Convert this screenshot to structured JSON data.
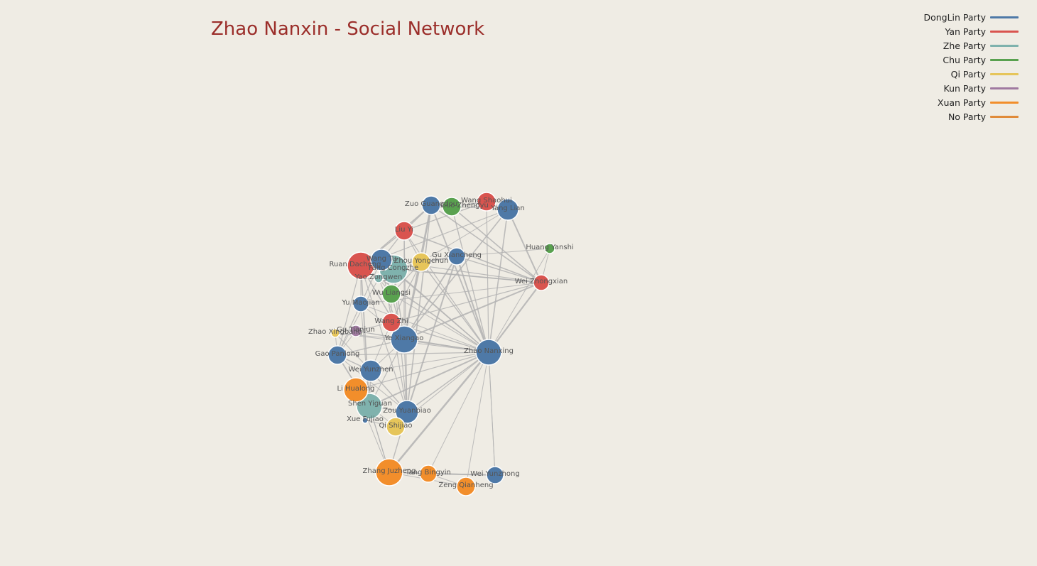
{
  "title": "Zhao Nanxin - Social Network",
  "legend": [
    {
      "label": "DongLin Party",
      "color": "#4e79a7"
    },
    {
      "label": "Yan Party",
      "color": "#d9544f"
    },
    {
      "label": "Zhe Party",
      "color": "#7fb2ad"
    },
    {
      "label": "Chu Party",
      "color": "#59a14f"
    },
    {
      "label": "Qi Party",
      "color": "#e6c55a"
    },
    {
      "label": "Kun Party",
      "color": "#a07aa0"
    },
    {
      "label": "Xuan Party",
      "color": "#f28e2b"
    },
    {
      "label": "No Party",
      "color": "#e08b3a"
    }
  ],
  "colors": {
    "edge": "#b3b3b3",
    "node_stroke": "#ffffff"
  },
  "nodes": [
    {
      "label": "Zhao Nanxing",
      "party": "DongLin Party"
    },
    {
      "label": "Ye Xiangao",
      "party": "DongLin Party"
    },
    {
      "label": "Ruan Dacheng",
      "party": "Yan Party"
    },
    {
      "label": "Shen Yiguan",
      "party": "Zhe Party"
    },
    {
      "label": "Zhang Juzheng",
      "party": "Xuan Party"
    },
    {
      "label": "Zou Yuanbiao",
      "party": "DongLin Party"
    },
    {
      "label": "Wei Yunzhen",
      "party": "DongLin Party"
    },
    {
      "label": "Li Hualong",
      "party": "Xuan Party"
    },
    {
      "label": "Zuo Guangdou",
      "party": "DongLin Party"
    },
    {
      "label": "Guo Zhengyu",
      "party": "Chu Party"
    },
    {
      "label": "Wang Shaohui",
      "party": "Yan Party"
    },
    {
      "label": "Yang Lian",
      "party": "DongLin Party"
    },
    {
      "label": "Liu Yi",
      "party": "Yan Party"
    },
    {
      "label": "Zhou Yongchun",
      "party": "Qi Party"
    },
    {
      "label": "Gu Xiancheng",
      "party": "DongLin Party"
    },
    {
      "label": "Huang Yanshi",
      "party": "Chu Party"
    },
    {
      "label": "Wei Zhongxian",
      "party": "Yan Party"
    },
    {
      "label": "Fang Congzhe",
      "party": "Zhe Party"
    },
    {
      "label": "Wang Tu",
      "party": "DongLin Party"
    },
    {
      "label": "Yao Zongwen",
      "party": "Zhe Party"
    },
    {
      "label": "Wu Liangsi",
      "party": "Chu Party"
    },
    {
      "label": "Yu Maojian",
      "party": "DongLin Party"
    },
    {
      "label": "Wang Zhi",
      "party": "Yan Party"
    },
    {
      "label": "Gu Tianjun",
      "party": "Kun Party"
    },
    {
      "label": "Zhao Xingbang",
      "party": "Qi Party"
    },
    {
      "label": "Gao Panlong",
      "party": "DongLin Party"
    },
    {
      "label": "Xue Fujiao",
      "party": "DongLin Party"
    },
    {
      "label": "Qi Shijiao",
      "party": "Qi Party"
    },
    {
      "label": "Tang Bingyin",
      "party": "Xuan Party"
    },
    {
      "label": "Wei Yunzhong",
      "party": "DongLin Party"
    },
    {
      "label": "Zeng Qianheng",
      "party": "Xuan Party"
    }
  ]
}
